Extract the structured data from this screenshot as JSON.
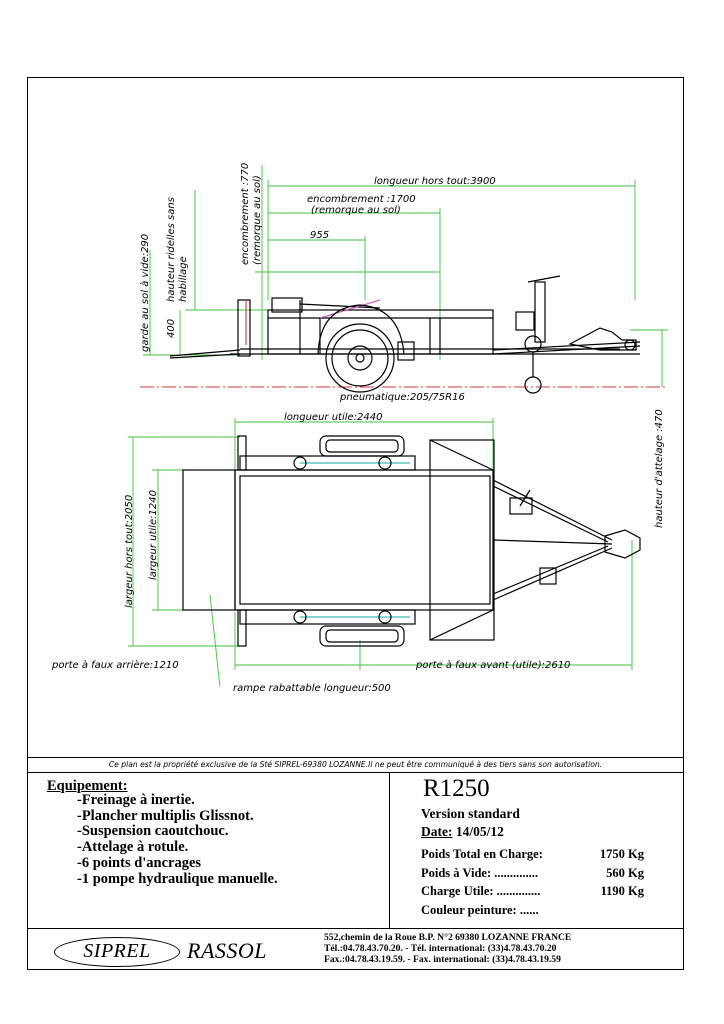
{
  "dimensions": {
    "longueur_hors_tout": "longueur hors tout:3900",
    "encombrement_horizontal_1": "encombrement :1700",
    "encombrement_horizontal_2": "(remorque au sol)",
    "distance_955": "955",
    "encombrement_vertical_1": "encombrement :770",
    "encombrement_vertical_2": "(remorque au sol)",
    "hauteur_ridelles_1": "hauteur ridelles sans",
    "hauteur_ridelles_2": "habillage",
    "garde_au_sol": "garde au sol à vide:290",
    "hauteur_400": "400",
    "pneumatique": "pneumatique:205/75R16",
    "hauteur_attelage": "hauteur d'attelage :470",
    "longueur_utile": "longueur utile:2440",
    "largeur_hors_tout": "largeur hors tout:2050",
    "largeur_utile": "largeur utile:1240",
    "porte_faux_arriere": "porte à faux arrière:1210",
    "porte_faux_avant": "porte à faux avant (utile):2610",
    "rampe": "rampe rabattable longueur:500"
  },
  "notice": "Ce plan est la propriété exclusive de la Sté SIPREL-69380 LOZANNE.Il ne peut être communiqué à des tiers sans son autorisation.",
  "equipment": {
    "title": "Equipement:",
    "items": [
      "-Freinage à inertie.",
      "-Plancher multiplis Glissnot.",
      "-Suspension caoutchouc.",
      "-Attelage à rotule.",
      "-6 points d'ancrages",
      "-1 pompe hydraulique manuelle."
    ]
  },
  "spec": {
    "model": "R1250",
    "version": "Version standard",
    "date_label": "Date:",
    "date_value": " 14/05/12",
    "rows": [
      {
        "label": "Poids Total en Charge:",
        "value": "1750 Kg"
      },
      {
        "label": "Poids à Vide: ..............",
        "value": "560 Kg"
      },
      {
        "label": "Charge Utile: ..............",
        "value": "1190 Kg"
      },
      {
        "label": "Couleur peinture: ......",
        "value": ""
      }
    ]
  },
  "footer": {
    "logo1": "SIPREL",
    "logo2": "RASSOL",
    "address_1": "552,chemin de la Roue  B.P. N°2 69380 LOZANNE FRANCE",
    "address_2": "Tél.:04.78.43.70.20. -  Tél. international: (33)4.78.43.70.20",
    "address_3": "Fax.:04.78.43.19.59. - Fax. international: (33)4.78.43.19.59"
  },
  "colors": {
    "dimension_lines": "#3fc13f",
    "ground_line": "#d23a3a",
    "text": "#000000"
  }
}
